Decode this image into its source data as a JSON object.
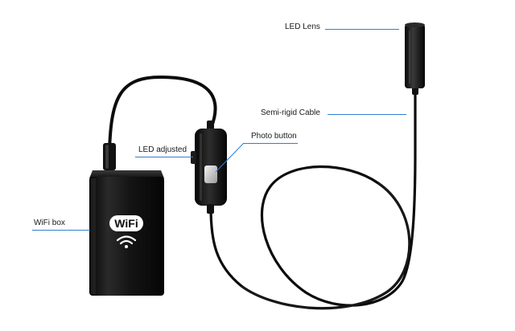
{
  "callouts": {
    "led_lens": "LED Lens",
    "semi_rigid_cable": "Semi-rigid Cable",
    "photo_button": "Photo button",
    "led_adjusted": "LED adjusted",
    "wifi_box": "WiFi box"
  },
  "device": {
    "box_logo": "WiFi"
  },
  "colors": {
    "leader_line": "#2f7fd0",
    "device_body": "#0c0c0c",
    "background": "#ffffff"
  }
}
